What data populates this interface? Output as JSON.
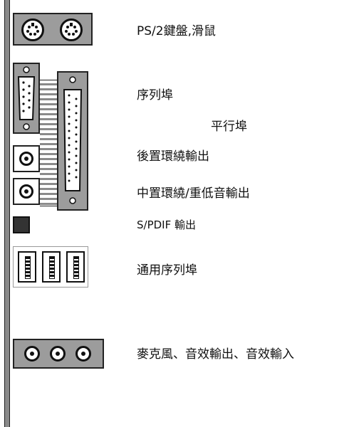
{
  "labels": {
    "ps2": "PS/2鍵盤,滑鼠",
    "serial": "序列埠",
    "parallel": "平行埠",
    "rear_surround": "後置環繞輸出",
    "center_sub": "中置環繞/重低音輸出",
    "spdif": "S/PDIF 輸出",
    "usb": "通用序列埠",
    "audio": "麥克風、音效輸出、音效輸入"
  },
  "icons": {
    "ps2": "mini-din-6-icon",
    "serial": "db9-icon",
    "parallel": "db25-icon",
    "audio_jack": "audio-jack-icon",
    "spdif": "optical-port-icon",
    "usb": "usb-port-icon"
  },
  "colors": {
    "bracket": "#8a8a8a",
    "panel": "#9c9c9c",
    "outline": "#222222"
  }
}
